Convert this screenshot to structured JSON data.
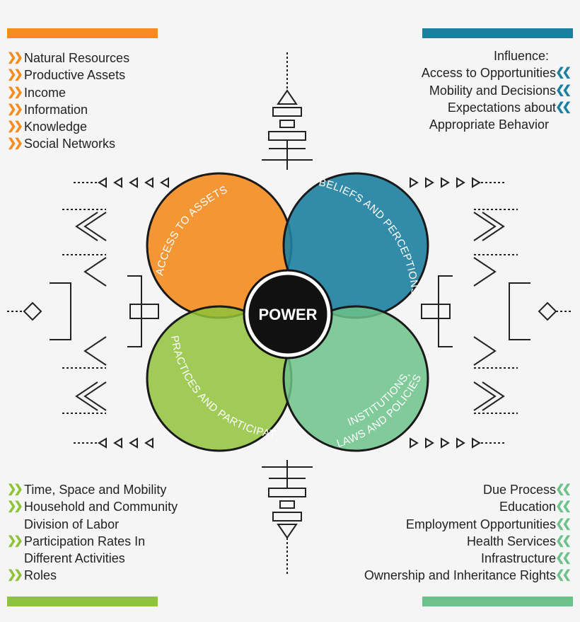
{
  "colors": {
    "orange": "#f58c1f",
    "blue": "#1d7fa0",
    "lightgreen": "#8fc33a",
    "seagreen": "#6cc28a"
  },
  "top_left_list": [
    {
      "icon": "double-chevron-right-icon",
      "text": "Natural Resources"
    },
    {
      "icon": "double-chevron-right-icon",
      "text": "Productive Assets"
    },
    {
      "icon": "double-chevron-right-icon",
      "text": "Income"
    },
    {
      "icon": "double-chevron-right-icon",
      "text": "Information"
    },
    {
      "icon": "double-chevron-right-icon",
      "text": "Knowledge"
    },
    {
      "icon": "double-chevron-right-icon",
      "text": "Social Networks"
    }
  ],
  "top_right": {
    "heading": "Influence:",
    "items": [
      "Access to Opportunities",
      "Mobility and Decisions",
      "Expectations about",
      "Appropriate Behavior"
    ]
  },
  "bottom_left_list": [
    "Time, Space and Mobility",
    "Household and Community",
    "Division of Labor",
    "Participation Rates In",
    "Different Activities",
    "Roles"
  ],
  "bottom_right_list": [
    "Due Process",
    "Education",
    "Employment Opportunities",
    "Health Services",
    "Infrastructure",
    "Ownership and Inheritance Rights"
  ],
  "circles": {
    "access": "ACCESS TO ASSETS",
    "beliefs": "BELIEFS AND PERCEPTIONS",
    "practices": "PRACTICES AND PARTICIPATION",
    "institutions_1": "INSTITUTIONS,",
    "institutions_2": "LAWS AND POLICIES",
    "center": "POWER"
  }
}
